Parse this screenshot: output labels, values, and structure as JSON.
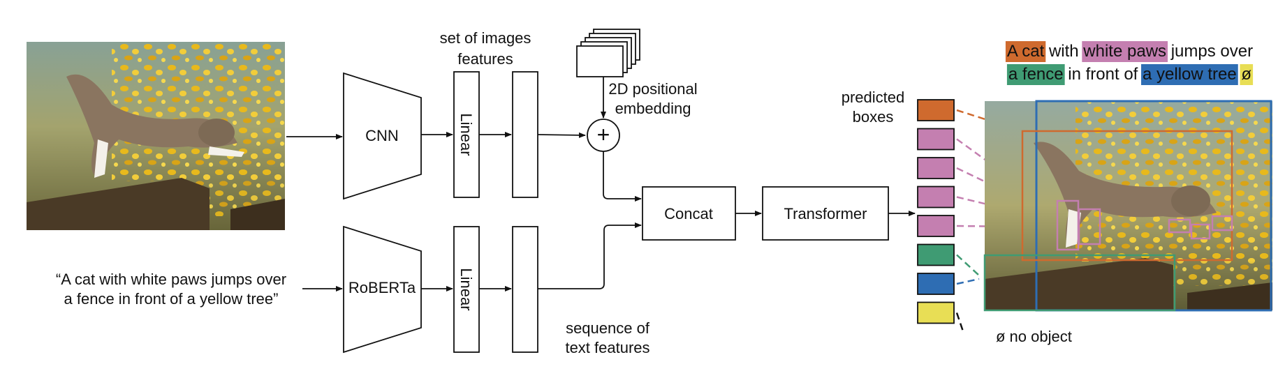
{
  "image_input": {
    "photo_icon": "jumping-cat-photo",
    "caption_line1": "“A cat with white paws jumps over",
    "caption_line2": "a fence in front of a yellow tree”"
  },
  "image_branch": {
    "cnn_label": "CNN",
    "linear_label": "Linear",
    "features_label_line1": "set of images",
    "features_label_line2": "features"
  },
  "text_branch": {
    "roberta_label": "RoBERTa",
    "linear_label": "Linear",
    "features_label_line1": "sequence of",
    "features_label_line2": "text features"
  },
  "positional": {
    "label_line1": "2D positional",
    "label_line2": "embedding",
    "add_symbol": "+"
  },
  "fusion": {
    "concat_label": "Concat",
    "transformer_label": "Transformer"
  },
  "predictions": {
    "label_line1": "predicted",
    "label_line2": "boxes",
    "no_object_label": "ø no object",
    "boxes": [
      {
        "color": "#cf6a2e"
      },
      {
        "color": "#c47fb0"
      },
      {
        "color": "#c47fb0"
      },
      {
        "color": "#c47fb0"
      },
      {
        "color": "#c47fb0"
      },
      {
        "color": "#3f9b73"
      },
      {
        "color": "#2e6db3"
      },
      {
        "color": "#e8de55"
      }
    ]
  },
  "grounded_caption": {
    "line1": [
      {
        "text": "A cat",
        "color": "#cf6a2e"
      },
      {
        "text": " with ",
        "color": ""
      },
      {
        "text": "white paws",
        "color": "#c47fb0"
      },
      {
        "text": " jumps over",
        "color": ""
      }
    ],
    "line2": [
      {
        "text": "a fence",
        "color": "#3f9b73"
      },
      {
        "text": " in front of ",
        "color": ""
      },
      {
        "text": "a yellow tree",
        "color": "#2e6db3"
      },
      {
        "text": " ",
        "color": ""
      },
      {
        "text": "ø",
        "color": "#e8de55"
      }
    ]
  },
  "output_image": {
    "photo_icon": "jumping-cat-photo-with-boxes",
    "box_colors": {
      "cat": "#cf6a2e",
      "paws": "#c47fb0",
      "fence": "#3f9b73",
      "tree": "#2e6db3"
    }
  }
}
